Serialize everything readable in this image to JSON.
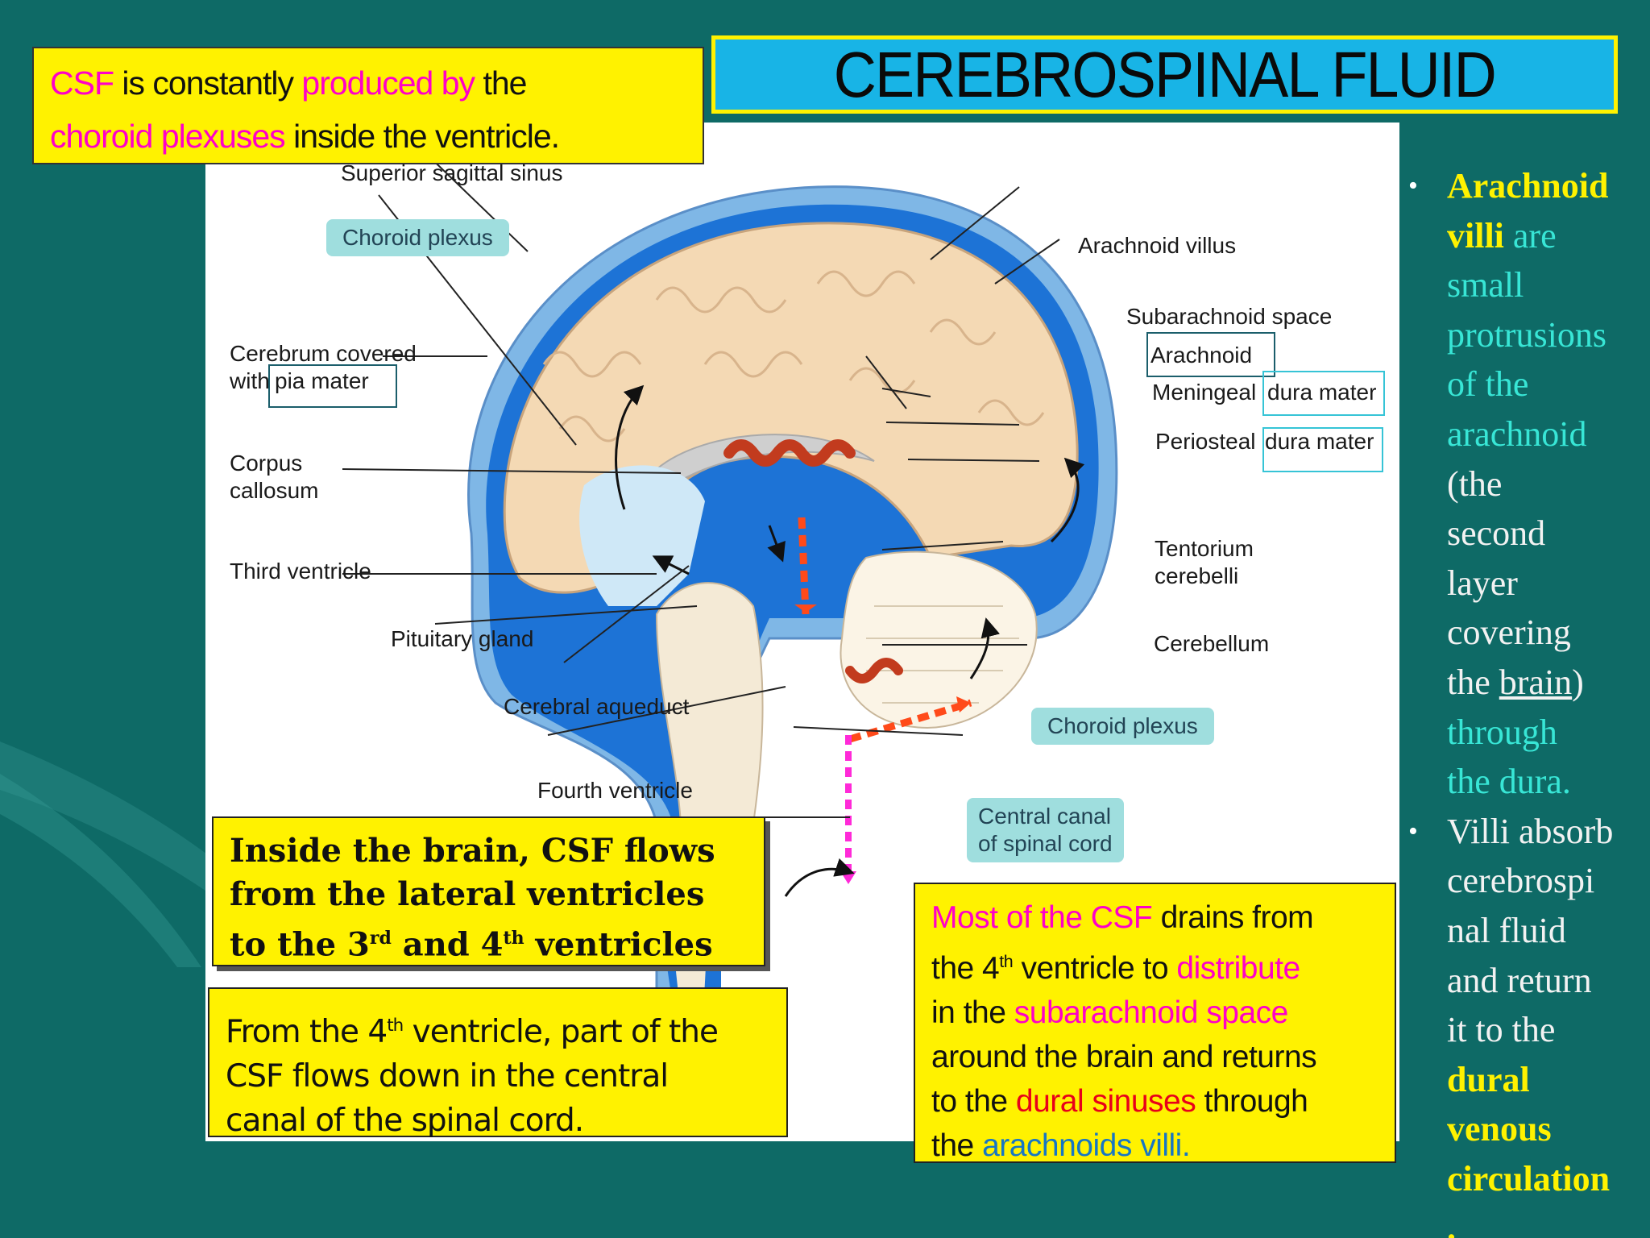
{
  "title": "CEREBROSPINAL FLUID",
  "colors": {
    "background": "#0e6a66",
    "title_bg": "#18b4e6",
    "note_bg": "#fff200",
    "highlight_magenta": "#ff00c8",
    "highlight_red": "#e8001a",
    "highlight_blue": "#1776c4",
    "bullet_yellow": "#fff200",
    "bullet_cyan": "#38e6d6"
  },
  "note_top": {
    "p1": "CSF",
    "p2": " is constantly ",
    "p3": "produced by",
    "p4": " the",
    "p5": "choroid plexuses",
    "p6": " inside the  ventricle."
  },
  "labels": {
    "superior_sagittal_sinus": "Superior sagittal sinus",
    "choroid_plexus_top": "Choroid plexus",
    "arachnoid_villus": "Arachnoid villus",
    "subarachnoid_space": "Subarachnoid space",
    "arachnoid": "Arachnoid",
    "meningeal": "Meningeal",
    "meningeal_dura": "dura mater",
    "periosteal": "Periosteal",
    "periosteal_dura": "dura mater",
    "cerebrum_1": "Cerebrum covered",
    "cerebrum_2a": "with",
    "cerebrum_2b": "pia mater",
    "corpus_1": "Corpus",
    "corpus_2": "callosum",
    "third_ventricle": "Third ventricle",
    "tentorium_1": "Tentorium",
    "tentorium_2": "cerebelli",
    "pituitary": "Pituitary gland",
    "cerebellum": "Cerebellum",
    "cerebral_aqueduct": "Cerebral aqueduct",
    "choroid_plexus_bottom": "Choroid plexus",
    "fourth_ventricle": "Fourth ventricle",
    "central_canal_1": "Central canal",
    "central_canal_2": "of spinal cord"
  },
  "note_inside": {
    "l1": "Inside the brain, CSF flows",
    "l2": "from the lateral ventricles",
    "l3a": "to the 3",
    "l3b": "rd",
    "l3c": " and 4",
    "l3d": "th",
    "l3e": " ventricles"
  },
  "note_fourth": {
    "l1a": "From the 4",
    "l1b": "th",
    "l1c": " ventricle, part of the",
    "l2": "CSF flows down in the central",
    "l3": "canal of the spinal cord."
  },
  "note_most": {
    "a": "Most of the CSF",
    "b": " drains from",
    "c": "the 4",
    "c_sup": "th",
    "d": " ventricle  to ",
    "e": "distribute",
    "f": "in the ",
    "g": "subarachnoid space",
    "h": "around the brain and returns",
    "i": "to the ",
    "j": "dural sinuses",
    "k": " through",
    "l": "the ",
    "m": "arachnoids villi."
  },
  "bullets": {
    "b1": {
      "y1": "Arachnoid",
      "y2": "villi",
      "c1": " are",
      "c2": "small",
      "c3": "protrusions",
      "c4": "of  the",
      "c5": "arachnoid",
      "w1": "(the",
      "w2": "second",
      "w3": "layer",
      "w4": "covering",
      "w5a": "the ",
      "w5b": "brain",
      "w5c": ")",
      "c6": "through",
      "c7": "the dura."
    },
    "b2": {
      "w1": "Villi absorb",
      "w2": "cerebrospi",
      "w3": "nal fluid",
      "w4": "and return",
      "w5": "it to the",
      "y1": "dural",
      "y2": "venous",
      "y3": "circulation",
      "y4": "."
    }
  }
}
